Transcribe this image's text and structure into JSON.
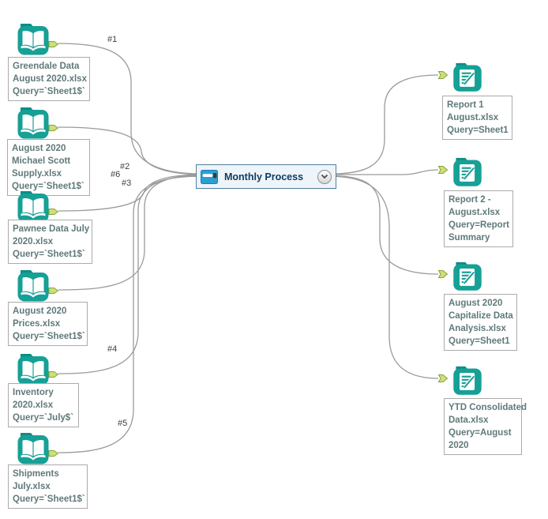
{
  "process": {
    "label": "Monthly Process",
    "icon": "macro-slider-icon",
    "dropdown_icon": "chevron-down-icon"
  },
  "inputs": [
    {
      "icon": "input-data-book-icon",
      "lines": [
        "Greendale Data",
        "August 2020.xlsx",
        "Query=`Sheet1$`"
      ]
    },
    {
      "icon": "input-data-book-icon",
      "lines": [
        "August 2020",
        "Michael Scott",
        "Supply.xlsx",
        "Query=`Sheet1$`"
      ]
    },
    {
      "icon": "input-data-book-icon",
      "lines": [
        "Pawnee Data July",
        "2020.xlsx",
        "Query=`Sheet1$`"
      ]
    },
    {
      "icon": "input-data-book-icon",
      "lines": [
        "August 2020",
        "Prices.xlsx",
        "Query=`Sheet1$`"
      ]
    },
    {
      "icon": "input-data-book-icon",
      "lines": [
        "Inventory",
        "2020.xlsx",
        "Query=`July$`"
      ]
    },
    {
      "icon": "input-data-book-icon",
      "lines": [
        "Shipments",
        "July.xlsx",
        "Query=`Sheet1$`"
      ]
    }
  ],
  "outputs": [
    {
      "icon": "output-data-report-icon",
      "lines": [
        "Report 1",
        "August.xlsx",
        "Query=Sheet1"
      ]
    },
    {
      "icon": "output-data-report-icon",
      "lines": [
        "Report 2 -",
        "August.xlsx",
        "Query=Report",
        "Summary"
      ]
    },
    {
      "icon": "output-data-report-icon",
      "lines": [
        "August 2020",
        "Capitalize Data",
        "Analysis.xlsx",
        "Query=Sheet1"
      ]
    },
    {
      "icon": "output-data-report-icon",
      "lines": [
        "YTD Consolidated",
        "Data.xlsx",
        "Query=August",
        "2020"
      ]
    }
  ],
  "wire_labels": [
    "#1",
    "#2",
    "#3",
    "#4",
    "#5",
    "#6"
  ],
  "colors": {
    "tool_teal": "#16a096",
    "tool_teal_dark": "#0e8d84",
    "anchor_green": "#cbe077",
    "anchor_border": "#88a03f",
    "wire_gray": "#9a9a9a",
    "annotation_text": "#60797a",
    "annotation_border": "#ababab",
    "process_fill": "#edf4fa",
    "process_border": "#517e9e",
    "process_text": "#0f3a5f",
    "macro_blue": "#2b9fd3"
  }
}
